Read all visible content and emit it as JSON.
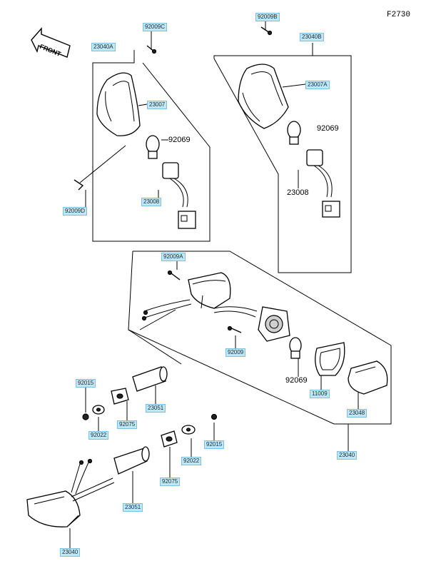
{
  "figure_code": "F2730",
  "front_label": "FRONT",
  "parts": {
    "p92009C": "92009C",
    "p92009B": "92009B",
    "p23040A": "23040A",
    "p23040B": "23040B",
    "p23007": "23007",
    "p23007A": "23007A",
    "p92069_left": "92069",
    "p92069_right": "92069",
    "p23008_left": "23008",
    "p23008_right": "23008",
    "p92009D": "92009D",
    "p92009A": "92009A",
    "p92009": "92009",
    "p92069_mid": "92069",
    "p11009": "11009",
    "p23048": "23048",
    "p92015_a": "92015",
    "p92075_a": "92075",
    "p23051_a": "23051",
    "p92022_a": "92022",
    "p92022_b": "92022",
    "p92015_b": "92015",
    "p23040_mid": "23040",
    "p92075_b": "92075",
    "p23051_b": "23051",
    "p23040_bottom": "23040"
  }
}
